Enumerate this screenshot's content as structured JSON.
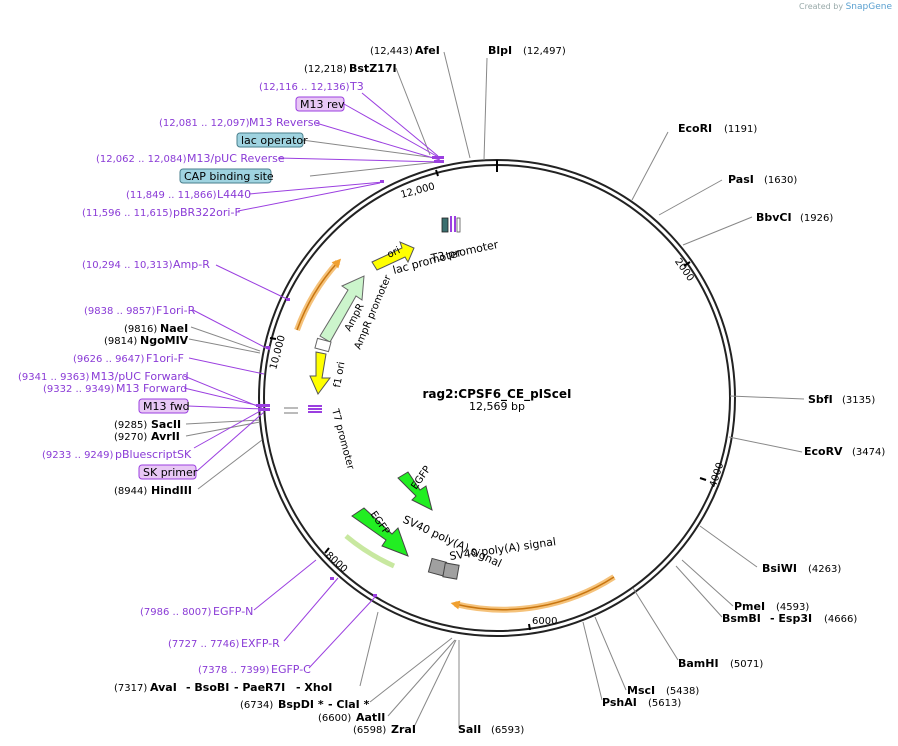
{
  "credit": {
    "prefix": "Created by",
    "brand": "SnapGene"
  },
  "plasmid": {
    "name": "rag2:CPSF6_CE_pISceI",
    "length_label": "12,569 bp",
    "length": 12569
  },
  "ticks": [
    "2000",
    "4000",
    "6000",
    "8000",
    "10,000",
    "12,000"
  ],
  "enzymes_right": [
    {
      "name": "EcoRI",
      "pos": "(1191)"
    },
    {
      "name": "PasI",
      "pos": "(1630)"
    },
    {
      "name": "BbvCI",
      "pos": "(1926)"
    },
    {
      "name": "SbfI",
      "pos": "(3135)"
    },
    {
      "name": "EcoRV",
      "pos": "(3474)"
    },
    {
      "name": "BsiWI",
      "pos": "(4263)"
    },
    {
      "name": "PmeI",
      "pos": "(4593)"
    },
    {
      "name": "BsmBI",
      "name2": "- Esp3I",
      "pos": "(4666)"
    },
    {
      "name": "BamHI",
      "pos": "(5071)"
    },
    {
      "name": "MscI",
      "pos": "(5438)"
    },
    {
      "name": "PshAI",
      "pos": "(5613)"
    }
  ],
  "enzymes_bottom": [
    {
      "name": "SalI",
      "pos": "(6593)"
    },
    {
      "name": "ZraI",
      "pos": "(6598)"
    },
    {
      "name": "AatII",
      "pos": "(6600)"
    },
    {
      "name": "BspDI *",
      "name2": "- ClaI *",
      "pos": "(6734)"
    },
    {
      "name": "AvaI",
      "name2": "- BsoBI",
      "name3": "- PaeR7I",
      "name4": "- XhoI",
      "pos": "(7317)"
    }
  ],
  "enzymes_left": [
    {
      "name": "HindIII",
      "pos": "(8944)"
    },
    {
      "name": "AvrII",
      "pos": "(9270)"
    },
    {
      "name": "SacII",
      "pos": "(9285)"
    },
    {
      "name": "NgoMIV",
      "pos": "(9814)"
    },
    {
      "name": "NaeI",
      "pos": "(9816)"
    },
    {
      "name": "BstZ17I",
      "pos": "(12,218)"
    },
    {
      "name": "AfeI",
      "pos": "(12,443)"
    },
    {
      "name": "BlpI",
      "pos": "(12,497)"
    }
  ],
  "primers": [
    {
      "name": "T3",
      "range": "(12,116 .. 12,136)"
    },
    {
      "name": "M13 Reverse",
      "range": "(12,081 .. 12,097)"
    },
    {
      "name": "M13/pUC Reverse",
      "range": "(12,062 .. 12,084)"
    },
    {
      "name": "L4440",
      "range": "(11,849 .. 11,866)"
    },
    {
      "name": "pBR322ori-F",
      "range": "(11,596 .. 11,615)"
    },
    {
      "name": "Amp-R",
      "range": "(10,294 .. 10,313)"
    },
    {
      "name": "F1ori-R",
      "range": "(9838 .. 9857)"
    },
    {
      "name": "F1ori-F",
      "range": "(9626 .. 9647)"
    },
    {
      "name": "M13/pUC Forward",
      "range": "(9341 .. 9363)"
    },
    {
      "name": "M13 Forward",
      "range": "(9332 .. 9349)"
    },
    {
      "name": "pBluescriptSK",
      "range": "(9233 .. 9249)"
    },
    {
      "name": "EGFP-N",
      "range": "(7986 .. 8007)"
    },
    {
      "name": "EXFP-R",
      "range": "(7727 .. 7746)"
    },
    {
      "name": "EGFP-C",
      "range": "(7378 .. 7399)"
    }
  ],
  "boxed_labels": [
    {
      "name": "M13 rev",
      "kind": "primer",
      "fill": "#e8c8f5",
      "stroke": "#9b3fe0"
    },
    {
      "name": "lac operator",
      "kind": "feature",
      "fill": "#9fd3e0",
      "stroke": "#4a7f8c"
    },
    {
      "name": "CAP binding site",
      "kind": "feature",
      "fill": "#9fd3e0",
      "stroke": "#4a7f8c"
    },
    {
      "name": "M13 fwd",
      "kind": "primer",
      "fill": "#e8c8f5",
      "stroke": "#9b3fe0"
    },
    {
      "name": "SK primer",
      "kind": "primer",
      "fill": "#e8c8f5",
      "stroke": "#9b3fe0"
    }
  ],
  "features": [
    {
      "name": "ori",
      "color": "#ffff00"
    },
    {
      "name": "lac promoter"
    },
    {
      "name": "T3 promoter"
    },
    {
      "name": "AmpR",
      "color": "#ccf5cc"
    },
    {
      "name": "AmpR promoter"
    },
    {
      "name": "f1 ori",
      "color": "#ffff00"
    },
    {
      "name": "T7 promoter"
    },
    {
      "name": "EGFP",
      "color": "#22ee22"
    },
    {
      "name": "EGFP",
      "color": "#22ee22"
    },
    {
      "name": "SV40 poly(A) signal",
      "color": "#a0a0a0"
    },
    {
      "name": "SV40 poly(A) signal",
      "color": "#a0a0a0"
    }
  ]
}
